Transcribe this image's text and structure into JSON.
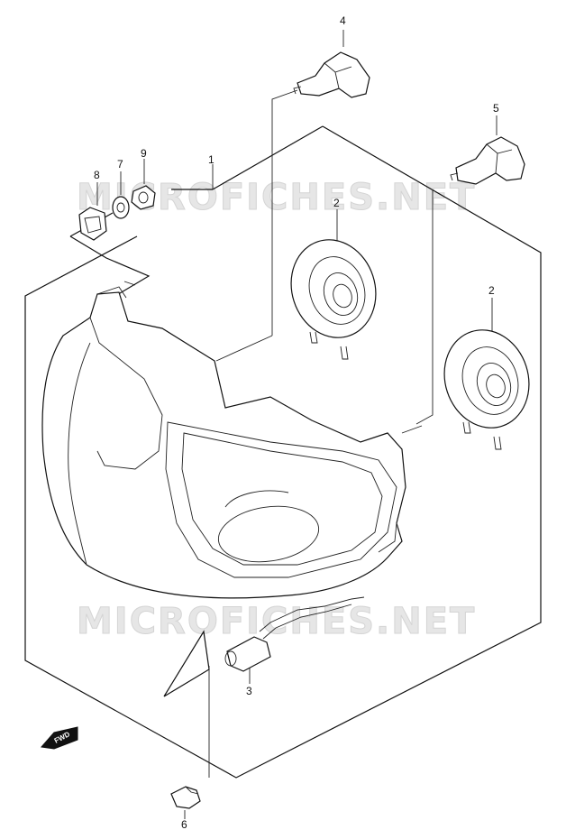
{
  "watermark": "MICROFICHES.NET",
  "fwd_label": "FWD",
  "callouts": [
    {
      "id": "1",
      "label": "1"
    },
    {
      "id": "2a",
      "label": "2"
    },
    {
      "id": "2b",
      "label": "2"
    },
    {
      "id": "3",
      "label": "3"
    },
    {
      "id": "4",
      "label": "4"
    },
    {
      "id": "5",
      "label": "5"
    },
    {
      "id": "6",
      "label": "6"
    },
    {
      "id": "7",
      "label": "7"
    },
    {
      "id": "8",
      "label": "8"
    },
    {
      "id": "9",
      "label": "9"
    }
  ]
}
